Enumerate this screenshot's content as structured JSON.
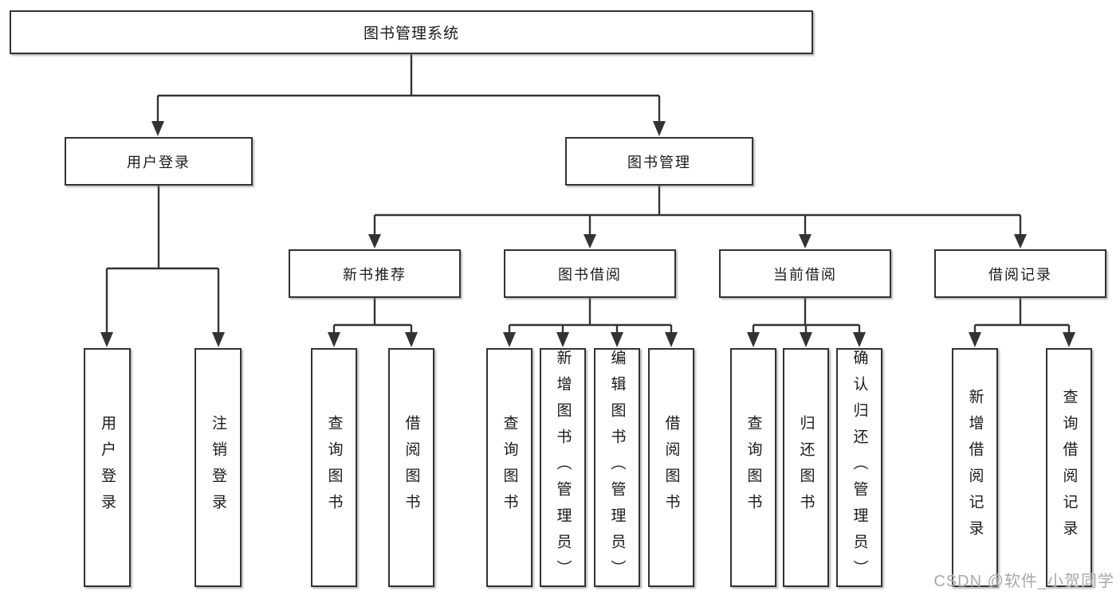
{
  "tree": {
    "root": {
      "label": "图书管理系统"
    },
    "branches": [
      {
        "label": "用户登录",
        "children": [
          {
            "label": "用户登录"
          },
          {
            "label": "注销登录"
          }
        ]
      },
      {
        "label": "图书管理",
        "groups": [
          {
            "label": "新书推荐",
            "children": [
              {
                "label": "查询图书"
              },
              {
                "label": "借阅图书"
              }
            ]
          },
          {
            "label": "图书借阅",
            "children": [
              {
                "label": "查询图书"
              },
              {
                "label": "新增图书（管理员）"
              },
              {
                "label": "编辑图书（管理员）"
              },
              {
                "label": "借阅图书"
              }
            ]
          },
          {
            "label": "当前借阅",
            "children": [
              {
                "label": "查询图书"
              },
              {
                "label": "归还图书"
              },
              {
                "label": "确认归还（管理员）"
              }
            ]
          },
          {
            "label": "借阅记录",
            "children": [
              {
                "label": "新增借阅记录"
              },
              {
                "label": "查询借阅记录"
              }
            ]
          }
        ]
      }
    ]
  },
  "watermark": {
    "text": "CSDN @软件_小贺同学"
  },
  "colors": {
    "line": "#333333",
    "box_border": "#333333",
    "box_background": "#ffffff",
    "text": "#1a1a1a",
    "watermark": "#a9a9a9",
    "page_background": "#ffffff"
  }
}
